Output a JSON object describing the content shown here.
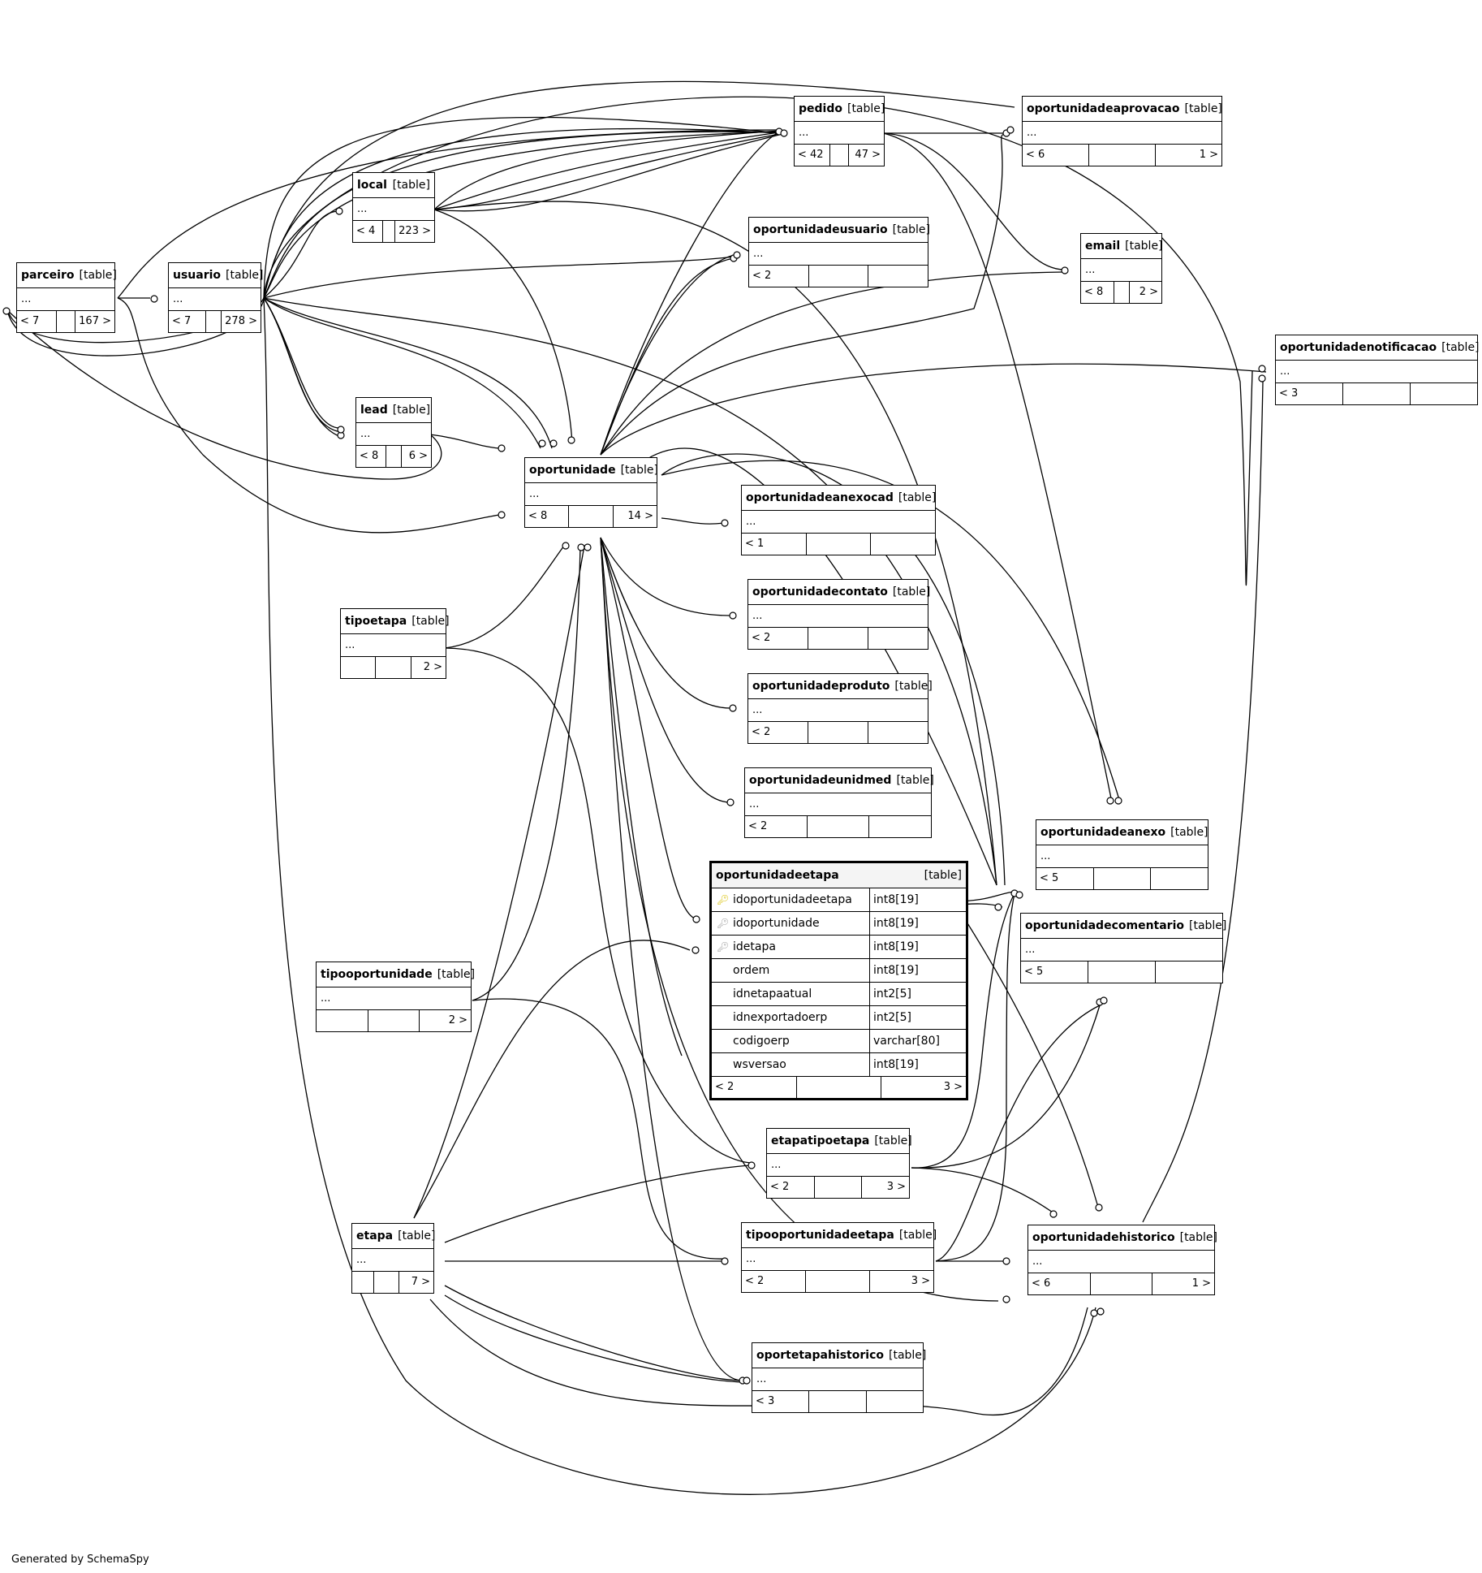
{
  "tables": {
    "pedido": {
      "name": "pedido",
      "tag": "[table]",
      "rows": "...",
      "parents": "< 42",
      "mid": "",
      "children": "47 >"
    },
    "oportunidadeaprovacao": {
      "name": "oportunidadeaprovacao",
      "tag": "[table]",
      "rows": "...",
      "parents": "< 6",
      "mid": "",
      "children": "1 >"
    },
    "local": {
      "name": "local",
      "tag": "[table]",
      "rows": "...",
      "parents": "< 4",
      "mid": "",
      "children": "223 >"
    },
    "oportunidadeusuario": {
      "name": "oportunidadeusuario",
      "tag": "[table]",
      "rows": "...",
      "parents": "< 2",
      "mid": "",
      "children": ""
    },
    "email": {
      "name": "email",
      "tag": "[table]",
      "rows": "...",
      "parents": "< 8",
      "mid": "",
      "children": "2 >"
    },
    "parceiro": {
      "name": "parceiro",
      "tag": "[table]",
      "rows": "...",
      "parents": "< 7",
      "mid": "",
      "children": "167 >"
    },
    "usuario": {
      "name": "usuario",
      "tag": "[table]",
      "rows": "...",
      "parents": "< 7",
      "mid": "",
      "children": "278 >"
    },
    "oportunidadenotificacao": {
      "name": "oportunidadenotificacao",
      "tag": "[table]",
      "rows": "...",
      "parents": "< 3",
      "mid": "",
      "children": ""
    },
    "lead": {
      "name": "lead",
      "tag": "[table]",
      "rows": "...",
      "parents": "< 8",
      "mid": "",
      "children": "6 >"
    },
    "oportunidade": {
      "name": "oportunidade",
      "tag": "[table]",
      "rows": "...",
      "parents": "< 8",
      "mid": "",
      "children": "14 >"
    },
    "oportunidadeanexocad": {
      "name": "oportunidadeanexocad",
      "tag": "[table]",
      "rows": "...",
      "parents": "< 1",
      "mid": "",
      "children": ""
    },
    "oportunidadecontato": {
      "name": "oportunidadecontato",
      "tag": "[table]",
      "rows": "...",
      "parents": "< 2",
      "mid": "",
      "children": ""
    },
    "tipoetapa": {
      "name": "tipoetapa",
      "tag": "[table]",
      "rows": "...",
      "parents": "",
      "mid": "",
      "children": "2 >"
    },
    "oportunidadeproduto": {
      "name": "oportunidadeproduto",
      "tag": "[table]",
      "rows": "...",
      "parents": "< 2",
      "mid": "",
      "children": ""
    },
    "oportunidadeunidmed": {
      "name": "oportunidadeunidmed",
      "tag": "[table]",
      "rows": "...",
      "parents": "< 2",
      "mid": "",
      "children": ""
    },
    "oportunidadeanexo": {
      "name": "oportunidadeanexo",
      "tag": "[table]",
      "rows": "...",
      "parents": "< 5",
      "mid": "",
      "children": ""
    },
    "oportunidadecomentario": {
      "name": "oportunidadecomentario",
      "tag": "[table]",
      "rows": "...",
      "parents": "< 5",
      "mid": "",
      "children": ""
    },
    "tipooportunidade": {
      "name": "tipooportunidade",
      "tag": "[table]",
      "rows": "...",
      "parents": "",
      "mid": "",
      "children": "2 >"
    },
    "etapatipoetapa": {
      "name": "etapatipoetapa",
      "tag": "[table]",
      "rows": "...",
      "parents": "< 2",
      "mid": "",
      "children": "3 >"
    },
    "etapa": {
      "name": "etapa",
      "tag": "[table]",
      "rows": "...",
      "parents": "",
      "mid": "",
      "children": "7 >"
    },
    "tipooportunidadeetapa": {
      "name": "tipooportunidadeetapa",
      "tag": "[table]",
      "rows": "...",
      "parents": "< 2",
      "mid": "",
      "children": "3 >"
    },
    "oportunidadehistorico": {
      "name": "oportunidadehistorico",
      "tag": "[table]",
      "rows": "...",
      "parents": "< 6",
      "mid": "",
      "children": "1 >"
    },
    "oportetapahistorico": {
      "name": "oportetapahistorico",
      "tag": "[table]",
      "rows": "...",
      "parents": "< 3",
      "mid": "",
      "children": ""
    }
  },
  "focus_table": {
    "name": "oportunidadeetapa",
    "tag": "[table]",
    "columns": [
      {
        "name": "idoportunidadeetapa",
        "type": "int8[19]",
        "key": "primary-key-icon"
      },
      {
        "name": "idoportunidade",
        "type": "int8[19]",
        "key": "foreign-key-icon"
      },
      {
        "name": "idetapa",
        "type": "int8[19]",
        "key": "foreign-key-icon"
      },
      {
        "name": "ordem",
        "type": "int8[19]",
        "key": ""
      },
      {
        "name": "idnetapaatual",
        "type": "int2[5]",
        "key": ""
      },
      {
        "name": "idnexportadoerp",
        "type": "int2[5]",
        "key": ""
      },
      {
        "name": "codigoerp",
        "type": "varchar[80]",
        "key": ""
      },
      {
        "name": "wsversao",
        "type": "int8[19]",
        "key": ""
      }
    ],
    "parents": "< 2",
    "mid": "",
    "children": "3 >"
  },
  "footer": {
    "generated_by": "Generated by SchemaSpy"
  }
}
